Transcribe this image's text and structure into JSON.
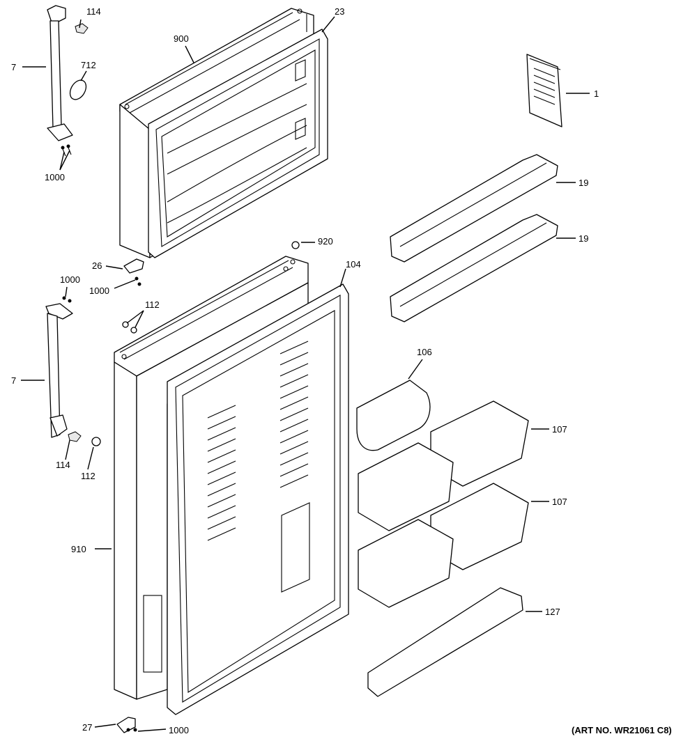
{
  "art_number": "(ART NO. WR21061 C8)",
  "callouts": {
    "c114_top": "114",
    "c7_top": "7",
    "c712": "712",
    "c1000_top": "1000",
    "c900": "900",
    "c23": "23",
    "c1": "1",
    "c19_a": "19",
    "c19_b": "19",
    "c920": "920",
    "c26": "26",
    "c1000_mid_a": "1000",
    "c1000_mid_b": "1000",
    "c104": "104",
    "c112_top": "112",
    "c7_mid": "7",
    "c114_mid": "114",
    "c112_mid": "112",
    "c106": "106",
    "c107_a": "107",
    "c107_b": "107",
    "c910": "910",
    "c127": "127",
    "c27": "27",
    "c1000_bottom": "1000"
  }
}
